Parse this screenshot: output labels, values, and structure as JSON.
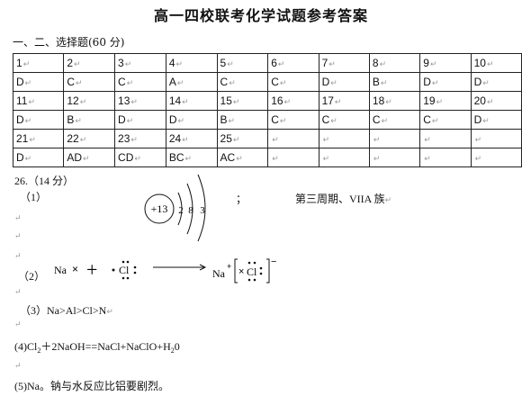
{
  "title": "高一四校联考化学试题参考答案",
  "section1": "一、二、选择题(60 分)",
  "para_mark": "↵",
  "table": [
    [
      "1",
      "2",
      "3",
      "4",
      "5",
      "6",
      "7",
      "8",
      "9",
      "10"
    ],
    [
      "D",
      "C",
      "C",
      "A",
      "C",
      "C",
      "D",
      "B",
      "D",
      "D"
    ],
    [
      "11",
      "12",
      "13",
      "14",
      "15",
      "16",
      "17",
      "18",
      "19",
      "20"
    ],
    [
      "D",
      "B",
      "D",
      "D",
      "B",
      "C",
      "C",
      "C",
      "C",
      "D"
    ],
    [
      "21",
      "22",
      "23",
      "24",
      "25",
      "",
      "",
      "",
      "",
      ""
    ],
    [
      "D",
      "AD",
      "CD",
      "BC",
      "AC",
      "",
      "",
      "",
      "",
      ""
    ]
  ],
  "q26": {
    "header": "26.（14 分）",
    "p1_label": "（1）",
    "atom_nucleus": "+13",
    "shells": [
      "2",
      "8",
      "3"
    ],
    "semicolon": "；",
    "period_group": "第三周期、VIIA 族",
    "p2_label": "（2）",
    "na": "Na",
    "plus": "+",
    "cl": "Cl",
    "product_na": "Na",
    "product_charge_plus": "+",
    "product_charge_minus": "−",
    "p3": "（3）Na>Al>Cl>N",
    "p4_pre": "(4)Cl",
    "p4_sub": "2",
    "p4_post": "＋2NaOH==NaCl+NaClO+H",
    "p4_sub2": "2",
    "p4_end": "0",
    "p5": "(5)Na。钠与水反应比铝要剧烈。"
  }
}
